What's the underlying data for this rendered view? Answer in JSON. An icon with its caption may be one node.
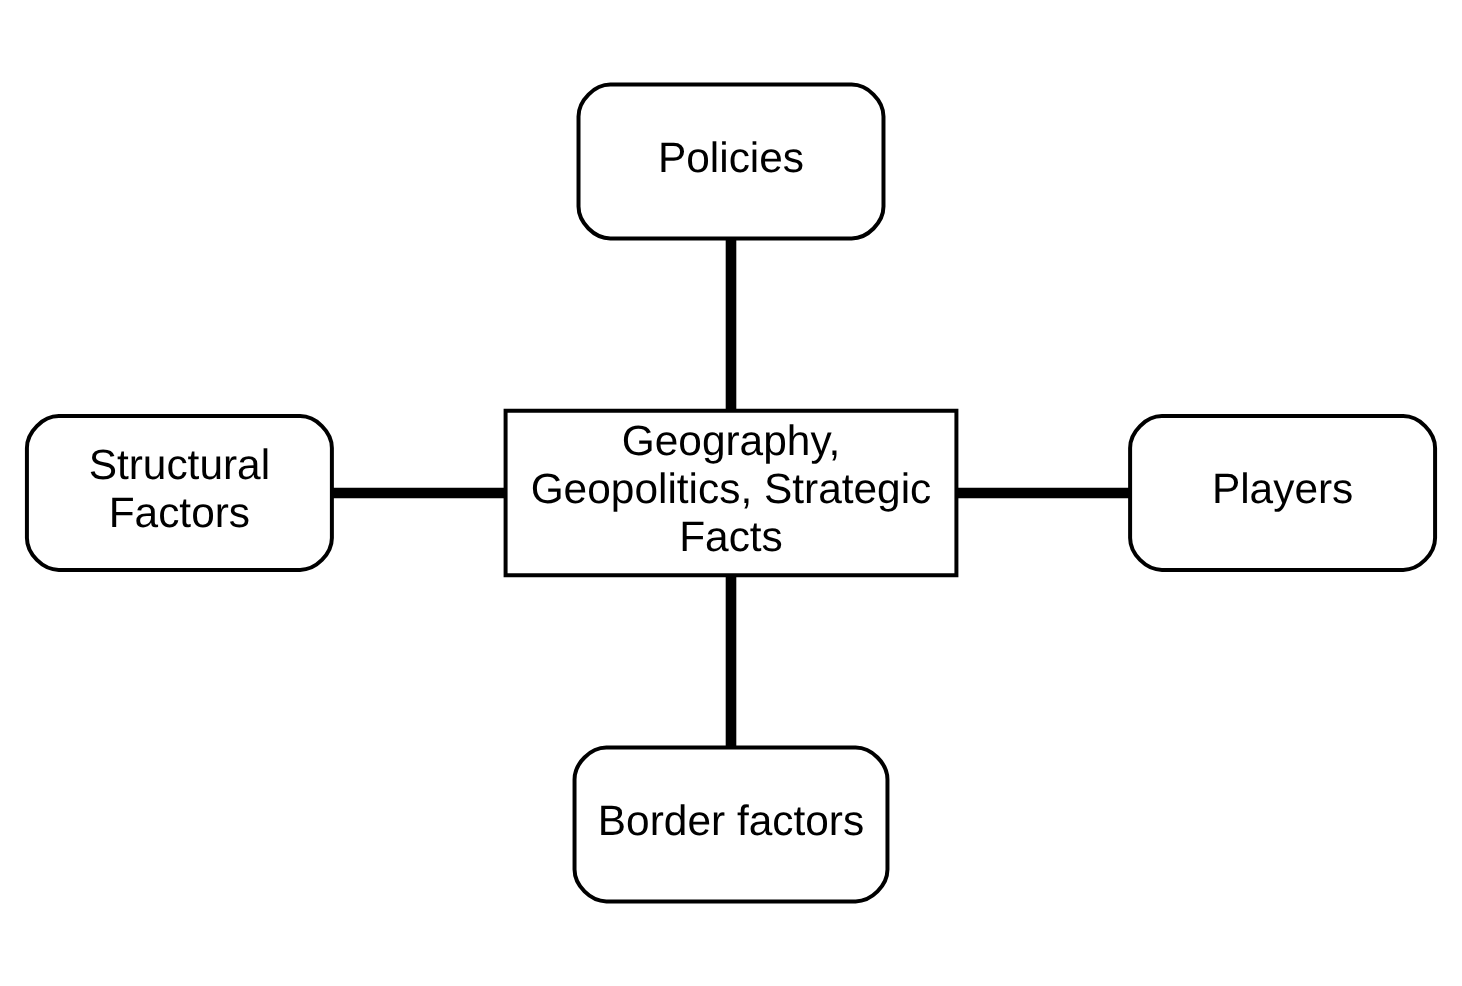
{
  "diagram": {
    "nodes": [
      {
        "text": [
          "Policies"
        ]
      },
      {
        "text": [
          "Structural Factors"
        ]
      },
      {
        "text": [
          "Geography, Geopolitics, Strategic Facts"
        ]
      },
      {
        "text": [
          "Players"
        ]
      },
      {
        "text": [
          "Border factors"
        ]
      }
    ],
    "edges": [
      {
        "from": 0,
        "to": 2,
        "arrow": "none"
      },
      {
        "from": 1,
        "to": 2,
        "arrow": "none"
      },
      {
        "from": 2,
        "to": 3,
        "arrow": "none"
      },
      {
        "from": 2,
        "to": 4,
        "arrow": "none"
      }
    ]
  }
}
